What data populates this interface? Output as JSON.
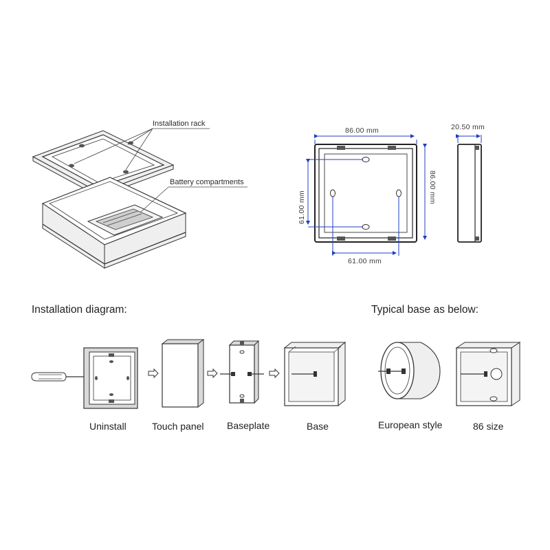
{
  "iso_labels": {
    "rack": "Installation rack",
    "battery": "Battery compartments"
  },
  "dimensions": {
    "front_width": "86.00 mm",
    "front_height": "86.00 mm",
    "hole_vertical": "61.00 mm",
    "hole_horizontal": "61.00 mm",
    "side_depth": "20.50 mm"
  },
  "sections": {
    "installation_heading": "Installation diagram:",
    "typical_heading": "Typical base as below:"
  },
  "captions": {
    "uninstall": "Uninstall",
    "touch_panel": "Touch panel",
    "baseplate": "Baseplate",
    "base": "Base",
    "european": "European style",
    "size86": "86 size"
  },
  "colors": {
    "line": "#333333",
    "dimension_line": "#1f3fbf",
    "panel_gray": "#d9d9d9"
  }
}
